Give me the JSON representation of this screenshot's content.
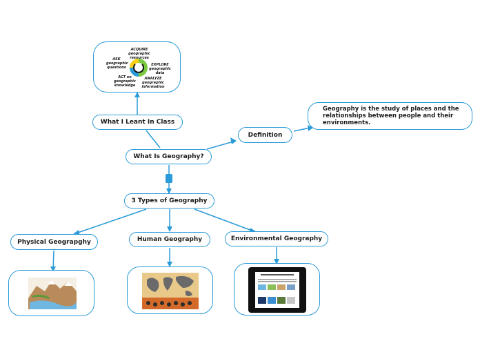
{
  "colors": {
    "accent": "#2a9ad8"
  },
  "nodes": {
    "what_i_leant": "What I Leant In Class",
    "definition": "Definition",
    "definition_text": "Geography is the study of places and the relationships between people and their environments.",
    "central": "What Is Geography?",
    "types": "3 Types of Geography",
    "physical": "Physical Geograpghy",
    "human": "Human Geography",
    "environmental": "Environmental Geography"
  },
  "inquiry_cycle": {
    "acquire": "ACQUIRE geographic resources",
    "ask": "ASK geographic questions",
    "explore": "EXPLORE geographic data",
    "analyze": "ANALYZE geographic information",
    "act": "ACT on geographic knowledge"
  },
  "icons": [
    "inquiry-cycle-image",
    "physical-geography-image",
    "human-geography-image",
    "environmental-geography-image"
  ]
}
